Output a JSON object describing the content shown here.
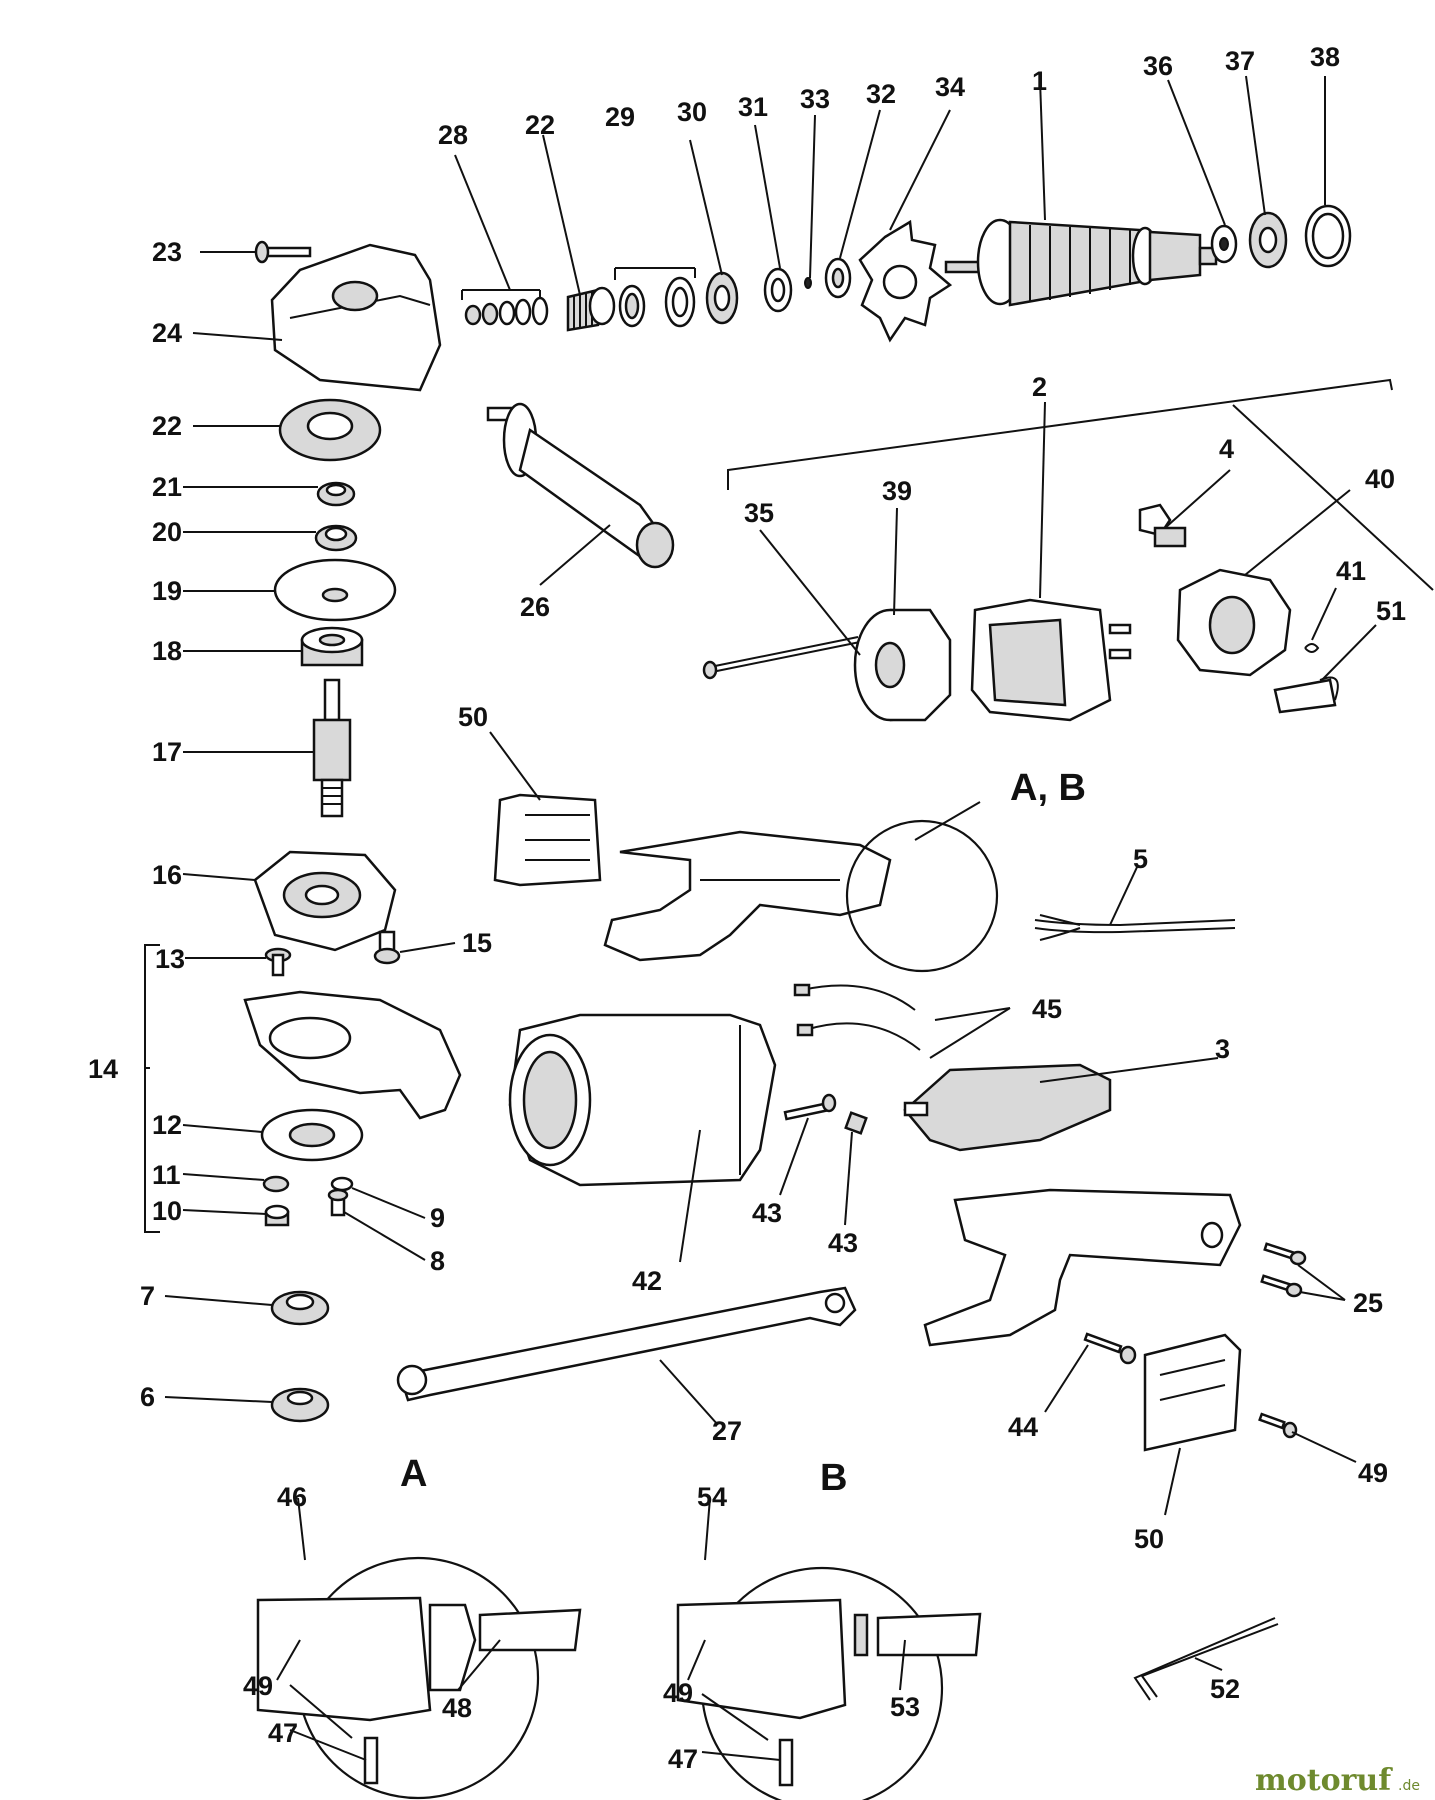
{
  "diagram": {
    "callouts": {
      "c1": "1",
      "c2": "2",
      "c3": "3",
      "c4": "4",
      "c5": "5",
      "c6": "6",
      "c7": "7",
      "c8": "8",
      "c9": "9",
      "c10": "10",
      "c11": "11",
      "c12": "12",
      "c13": "13",
      "c14": "14",
      "c15": "15",
      "c16": "16",
      "c17": "17",
      "c18": "18",
      "c19": "19",
      "c20": "20",
      "c21": "21",
      "c22a": "22",
      "c22b": "22",
      "c23": "23",
      "c24": "24",
      "c25": "25",
      "c26": "26",
      "c27": "27",
      "c28": "28",
      "c29": "29",
      "c30": "30",
      "c31": "31",
      "c32": "32",
      "c33": "33",
      "c34": "34",
      "c35": "35",
      "c36": "36",
      "c37": "37",
      "c38": "38",
      "c39": "39",
      "c40": "40",
      "c41": "41",
      "c42": "42",
      "c43a": "43",
      "c43b": "43",
      "c44": "44",
      "c45": "45",
      "c46": "46",
      "c47a": "47",
      "c47b": "47",
      "c48": "48",
      "c49a": "49",
      "c49b": "49",
      "c49c": "49",
      "c50a": "50",
      "c50b": "50",
      "c51": "51",
      "c52": "52",
      "c53": "53",
      "c54": "54"
    },
    "detail_labels": {
      "ab": "A, B",
      "a": "A",
      "b": "B"
    },
    "watermark": {
      "brand": "motoruf",
      "suffix": ".de"
    }
  }
}
